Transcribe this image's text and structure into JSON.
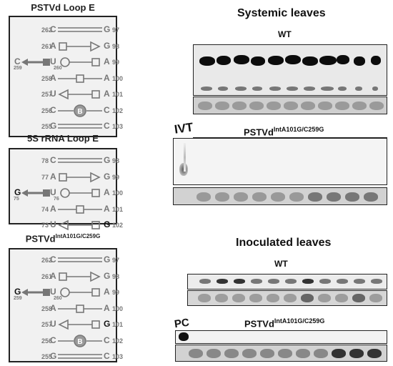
{
  "panels": [
    {
      "title_main": "PSTVd Loop E",
      "title_sup": "",
      "rows": [
        {
          "ln": "262",
          "lb": "C",
          "rb": "G",
          "rn": "97",
          "sym": "double",
          "rb_dark": false
        },
        {
          "ln": "261",
          "lb": "A",
          "rb": "G",
          "rn": "98",
          "sym": "tri-right",
          "rb_dark": false
        },
        {
          "ln": "",
          "lb": "U",
          "rb": "A",
          "rn": "99",
          "sym": "circle-sq",
          "rb_dark": false,
          "ext": {
            "base": "C",
            "num": "259",
            "dark": false
          },
          "under": "260"
        },
        {
          "ln": "258",
          "lb": "A",
          "rb": "A",
          "rn": "100",
          "sym": "sq-mid",
          "rb_dark": false
        },
        {
          "ln": "257",
          "lb": "U",
          "rb": "A",
          "rn": "101",
          "sym": "tri-left-sq",
          "rb_dark": false
        },
        {
          "ln": "256",
          "lb": "C",
          "rb": "C",
          "rn": "102",
          "sym": "bcircle",
          "rb_dark": false
        },
        {
          "ln": "255",
          "lb": "G",
          "rb": "C",
          "rn": "103",
          "sym": "double",
          "rb_dark": false
        }
      ]
    },
    {
      "title_main": "5S rRNA Loop E",
      "title_sup": "",
      "rows": [
        {
          "ln": "78",
          "lb": "C",
          "rb": "G",
          "rn": "98",
          "sym": "double",
          "rb_dark": false
        },
        {
          "ln": "77",
          "lb": "A",
          "rb": "G",
          "rn": "99",
          "sym": "tri-right",
          "rb_dark": false
        },
        {
          "ln": "",
          "lb": "U",
          "rb": "A",
          "rn": "100",
          "sym": "circle-sq",
          "rb_dark": false,
          "ext": {
            "base": "G",
            "num": "75",
            "dark": true
          },
          "under": "76"
        },
        {
          "ln": "74",
          "lb": "A",
          "rb": "A",
          "rn": "101",
          "sym": "sq-mid",
          "rb_dark": false
        },
        {
          "ln": "73",
          "lb": "U",
          "rb": "G",
          "rn": "102",
          "sym": "tri-left-sq",
          "rb_dark": true
        }
      ]
    },
    {
      "title_main": "PSTVd",
      "title_sup": "IntA101G/C259G",
      "rows": [
        {
          "ln": "262",
          "lb": "C",
          "rb": "G",
          "rn": "97",
          "sym": "double",
          "rb_dark": false
        },
        {
          "ln": "261",
          "lb": "A",
          "rb": "G",
          "rn": "98",
          "sym": "tri-right",
          "rb_dark": false
        },
        {
          "ln": "",
          "lb": "U",
          "rb": "A",
          "rn": "99",
          "sym": "circle-sq",
          "rb_dark": false,
          "ext": {
            "base": "G",
            "num": "259",
            "dark": true
          },
          "under": "260"
        },
        {
          "ln": "258",
          "lb": "A",
          "rb": "A",
          "rn": "100",
          "sym": "sq-mid",
          "rb_dark": false
        },
        {
          "ln": "257",
          "lb": "U",
          "rb": "G",
          "rn": "101",
          "sym": "tri-left-sq",
          "rb_dark": true
        },
        {
          "ln": "256",
          "lb": "C",
          "rb": "C",
          "rn": "102",
          "sym": "bcircle",
          "rb_dark": false
        },
        {
          "ln": "255",
          "lb": "G",
          "rb": "C",
          "rn": "103",
          "sym": "double",
          "rb_dark": false
        }
      ]
    }
  ],
  "b_label": "B",
  "sections": {
    "systemic": "Systemic leaves",
    "inoculated": "Inoculated leaves",
    "wt": "WT",
    "mut_main": "PSTVd",
    "mut_sup": "IntA101G/C259G",
    "ivt": "IVT",
    "pc": "PC"
  },
  "colors": {
    "dark": "#111111",
    "gray": "#777777",
    "box_bg": "#f1f1f1"
  }
}
